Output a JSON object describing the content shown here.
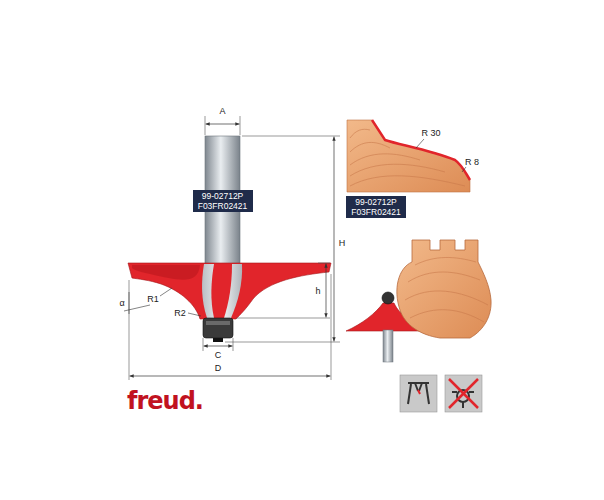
{
  "diagram": {
    "nodes": [
      {
        "text": [
          "99-02712P",
          "F03FR02421"
        ]
      },
      {
        "text": [
          "99-02712P",
          "F03FR02421"
        ]
      }
    ],
    "labels": [
      "A",
      "H",
      "h",
      "R1",
      "α",
      "R2",
      "C",
      "D",
      "R 30",
      "R 8",
      "freud."
    ]
  }
}
